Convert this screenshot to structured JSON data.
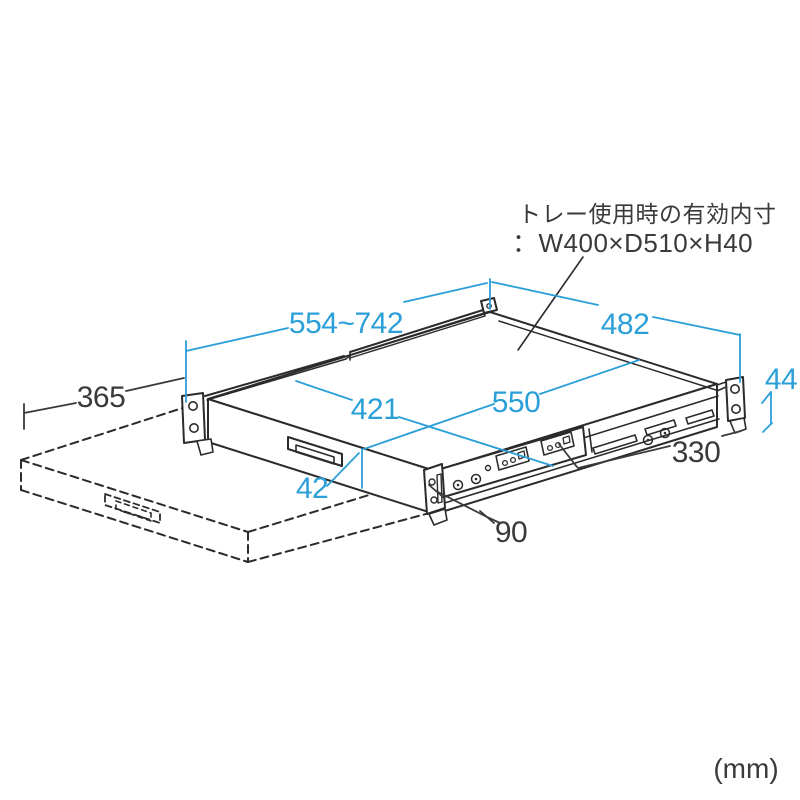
{
  "figure": {
    "type": "technical-dimension-diagram",
    "subject": "1U sliding rack tray shown in mounted (solid) and pulled-out (dashed) positions",
    "unit_label": "(mm)",
    "annotation": {
      "line1": "トレー使用時の有効内寸",
      "line2": "：W400×D510×H40"
    },
    "dimensions": {
      "top_width_range": "554~742",
      "top_depth": "482",
      "inner_width": "421",
      "inner_depth": "550",
      "front_height": "42",
      "bracket_height": "44",
      "slide_depth": "365",
      "rail_rear_length": "330",
      "front_offset": "90"
    },
    "colors": {
      "dimension": "#2B9FD8",
      "line": "#2B2B2B",
      "text": "#3A3A3A"
    }
  }
}
